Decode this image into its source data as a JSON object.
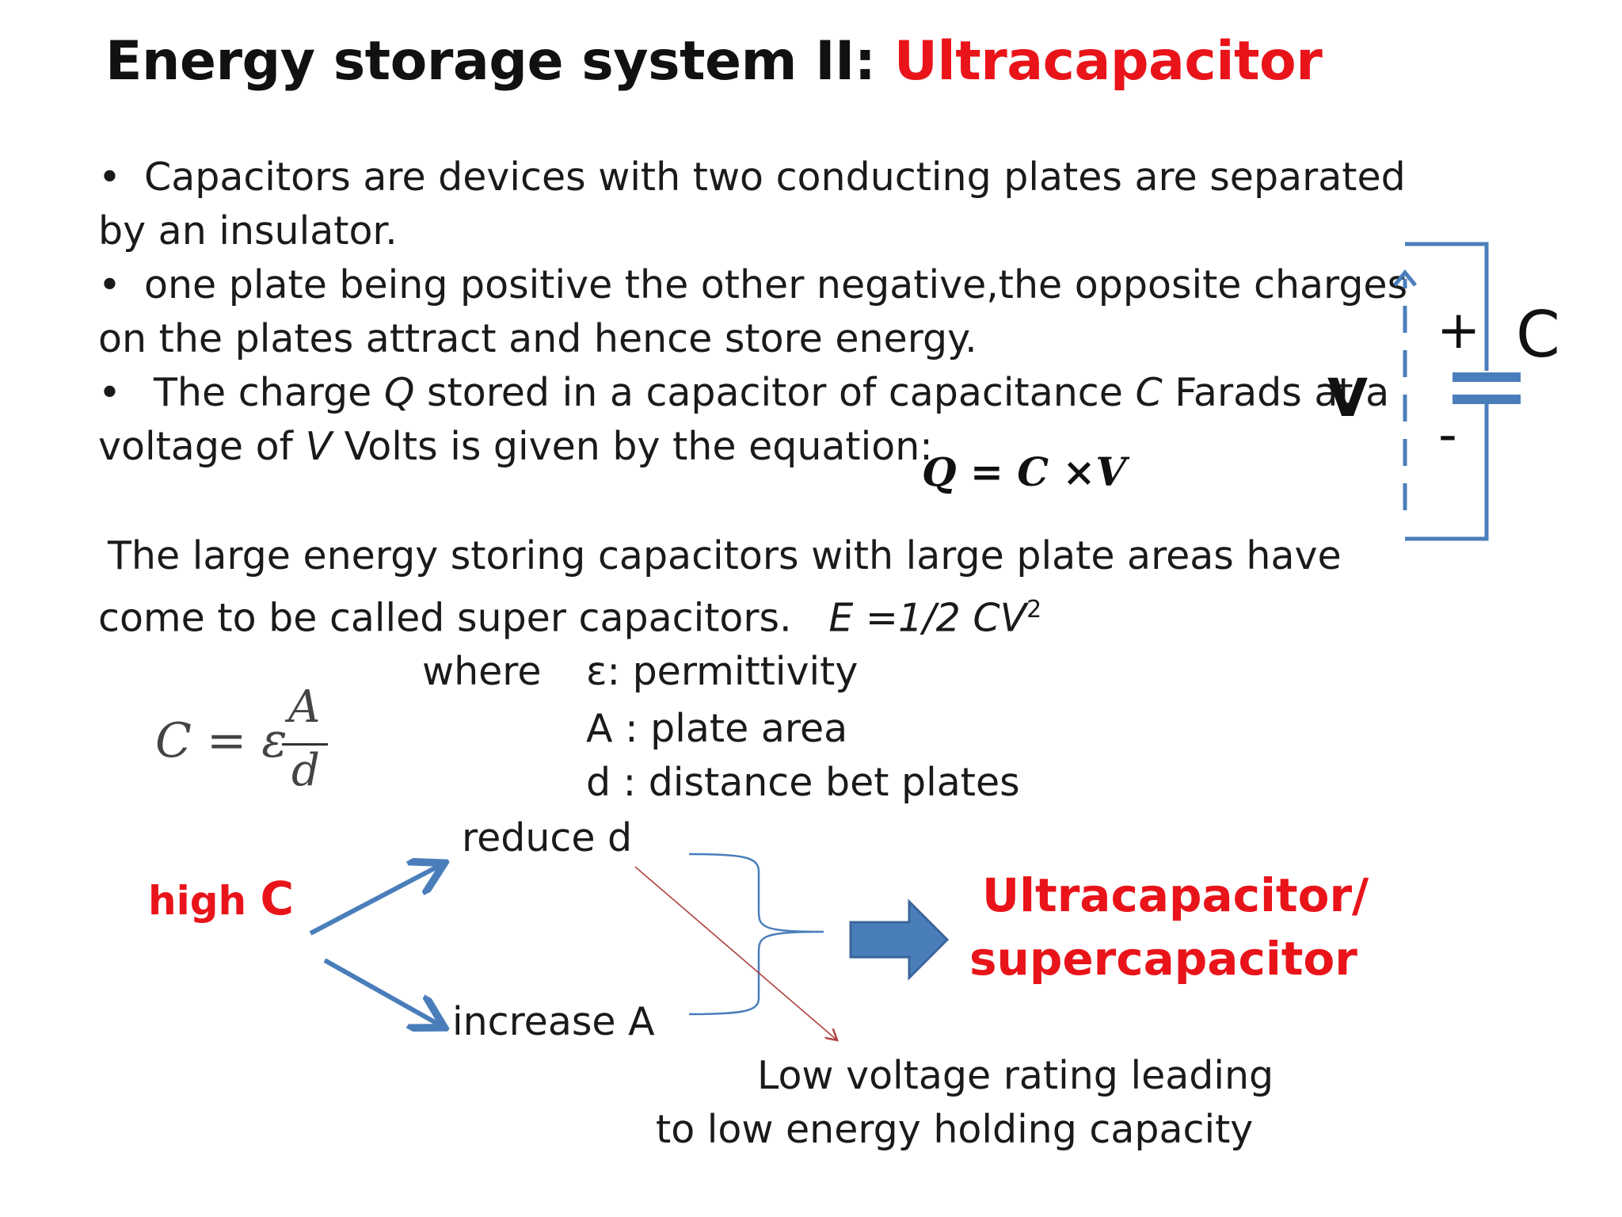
{
  "title": {
    "main": "Energy storage system II: ",
    "accent": "Ultracapacitor"
  },
  "bullets": {
    "b1_line1": "Capacitors are devices with two conducting plates are separated",
    "b1_line2": "by an insulator.",
    "b2_line1": "one plate being positive the other negative,the opposite charges",
    "b2_line2": "on the plates attract and hence store energy.",
    "b3_line1_a": "The charge ",
    "b3_line1_q": "Q",
    "b3_line1_b": " stored in a capacitor of capacitance ",
    "b3_line1_c": "C",
    "b3_line1_d": " Farads at a",
    "b3_line2_a": "voltage of ",
    "b3_line2_v": "V",
    "b3_line2_b": "  Volts is given by the equation:",
    "bullet_char": "•"
  },
  "charge_equation": "Q = C ×V",
  "supercap_text": {
    "line1": "The large energy storing capacitors with large plate areas have",
    "line2": "come to be called super capacitors.",
    "energy_eq": "E =1/2 CV",
    "energy_exp": "2"
  },
  "capacitance_formula": {
    "lhs": "C = ε",
    "num": "A",
    "den": "d"
  },
  "definitions": {
    "where": "where",
    "eps": "ε: permittivity",
    "area": "A : plate area",
    "dist": "d : distance bet plates"
  },
  "circuit": {
    "voltage": "V",
    "plus": "+",
    "minus": "-",
    "cap_label": "C"
  },
  "flow": {
    "high": "high ",
    "high_c": "C",
    "reduce": "reduce  d",
    "increase": "increase A",
    "result_line1": "Ultracapacitor/",
    "result_line2": "supercapacitor",
    "consequence_line1": "Low voltage rating leading",
    "consequence_line2": "to low energy holding capacity"
  },
  "colors": {
    "accent_red": "#e8141a",
    "arrow_blue": "#4a7ebb",
    "thin_red": "#b04040"
  }
}
